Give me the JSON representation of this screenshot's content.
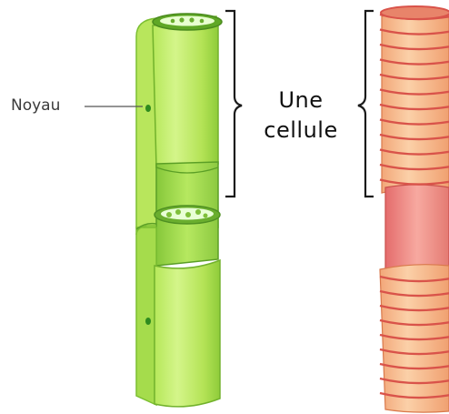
{
  "labels": {
    "nucleus": "Noyau",
    "cell_line1": "Une",
    "cell_line2": "cellule"
  },
  "colors": {
    "green_light": "#cdf27a",
    "green_mid": "#a8e04a",
    "green_dark": "#6fb82a",
    "green_edge": "#4f9a22",
    "nucleus": "#2e8b1e",
    "salmon_light": "#f9c79a",
    "salmon_mid": "#f3a878",
    "ring_red": "#d9534a",
    "pink_inner": "#f08f8f",
    "bracket": "#1a1a1a"
  }
}
